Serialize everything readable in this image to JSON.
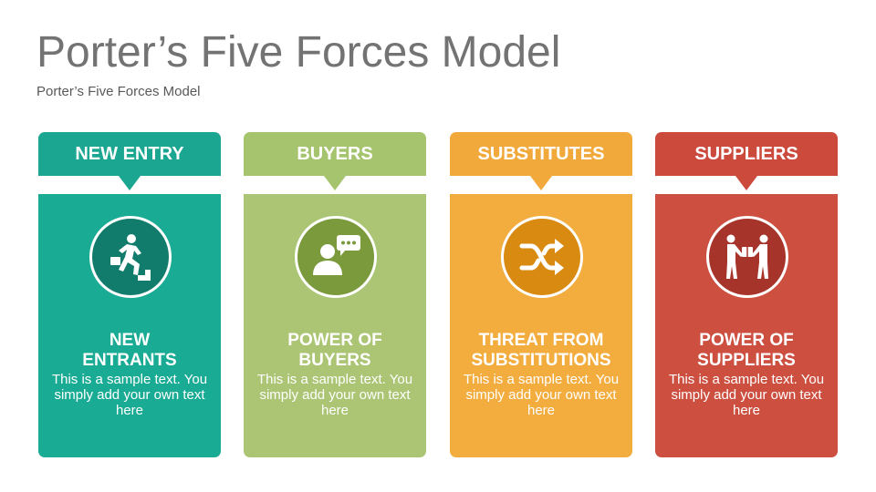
{
  "title": "Porter’s Five Forces Model",
  "subtitle": "Porter’s Five Forces Model",
  "cards": [
    {
      "header": "NEW ENTRY",
      "heading_line1": "NEW",
      "heading_line2": "ENTRANTS",
      "text": "This is a sample text. You simply add your own text here",
      "icon": "runner-entering-icon",
      "header_color": "#1aa690",
      "body_color": "#1aab95",
      "circle_color": "#127c6c"
    },
    {
      "header": "BUYERS",
      "heading_line1": "POWER OF",
      "heading_line2": "BUYERS",
      "text": "This is a sample text. You simply add your own text here",
      "icon": "buyer-chat-icon",
      "header_color": "#a6c46e",
      "body_color": "#abc574",
      "circle_color": "#7b9a3c"
    },
    {
      "header": "SUBSTITUTES",
      "heading_line1": "THREAT FROM",
      "heading_line2": "SUBSTITUTIONS",
      "text": "This is a sample text. You simply add your own text here",
      "icon": "shuffle-icon",
      "header_color": "#f2a93c",
      "body_color": "#f3ad3f",
      "circle_color": "#d98a10"
    },
    {
      "header": "SUPPLIERS",
      "heading_line1": "POWER OF",
      "heading_line2": "SUPPLIERS",
      "text": "This is a sample text. You simply add your own text here",
      "icon": "handover-icon",
      "header_color": "#cc4a3c",
      "body_color": "#cd4f40",
      "circle_color": "#a7342a"
    }
  ]
}
